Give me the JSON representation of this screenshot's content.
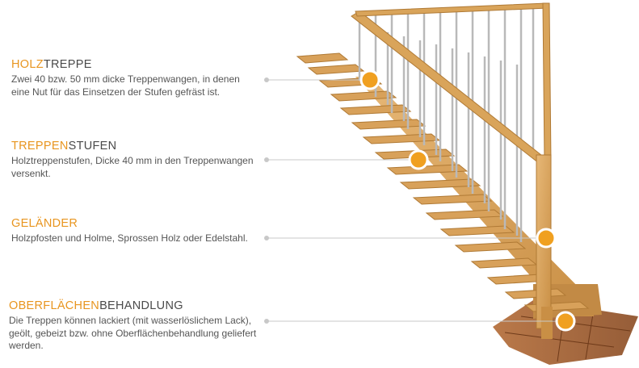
{
  "features": [
    {
      "highlight": "HOLZ",
      "rest": "TREPPE",
      "description": "Zwei 40 bzw. 50 mm dicke Treppenwangen, in denen eine Nut für das Einsetzen der Stufen gefräst ist."
    },
    {
      "highlight": "TREPPEN",
      "rest": "STUFEN",
      "description": "Holztreppenstufen, Dicke 40 mm in den Treppenwangen versenkt."
    },
    {
      "highlight": "GELÄNDER",
      "rest": "",
      "description": "Holzpfosten und Holme, Sprossen Holz oder Edelstahl."
    },
    {
      "highlight": "OBERFLÄCHEN",
      "rest": "BEHANDLUNG",
      "description": "Die Treppen können lackiert (mit wasserlöslichem Lack), geölt, gebeizt bzw. ohne Oberflächenbehandlung geliefert werden."
    }
  ],
  "colors": {
    "accent": "#e8951f",
    "heading": "#4a4a4a",
    "text": "#555555",
    "leader_line": "#c8c8c8",
    "wood": "#d9a45a"
  }
}
